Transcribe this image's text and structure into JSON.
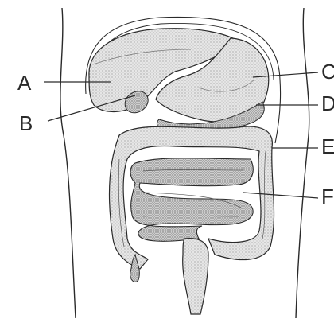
{
  "labels": {
    "a": "A",
    "b": "B",
    "c": "C",
    "d": "D",
    "e": "E",
    "f": "F"
  },
  "colors": {
    "ink": "#2a2a2a",
    "organ_fill": "#d9d9d9",
    "organ_dark": "#bdbdbd",
    "background": "#ffffff"
  }
}
